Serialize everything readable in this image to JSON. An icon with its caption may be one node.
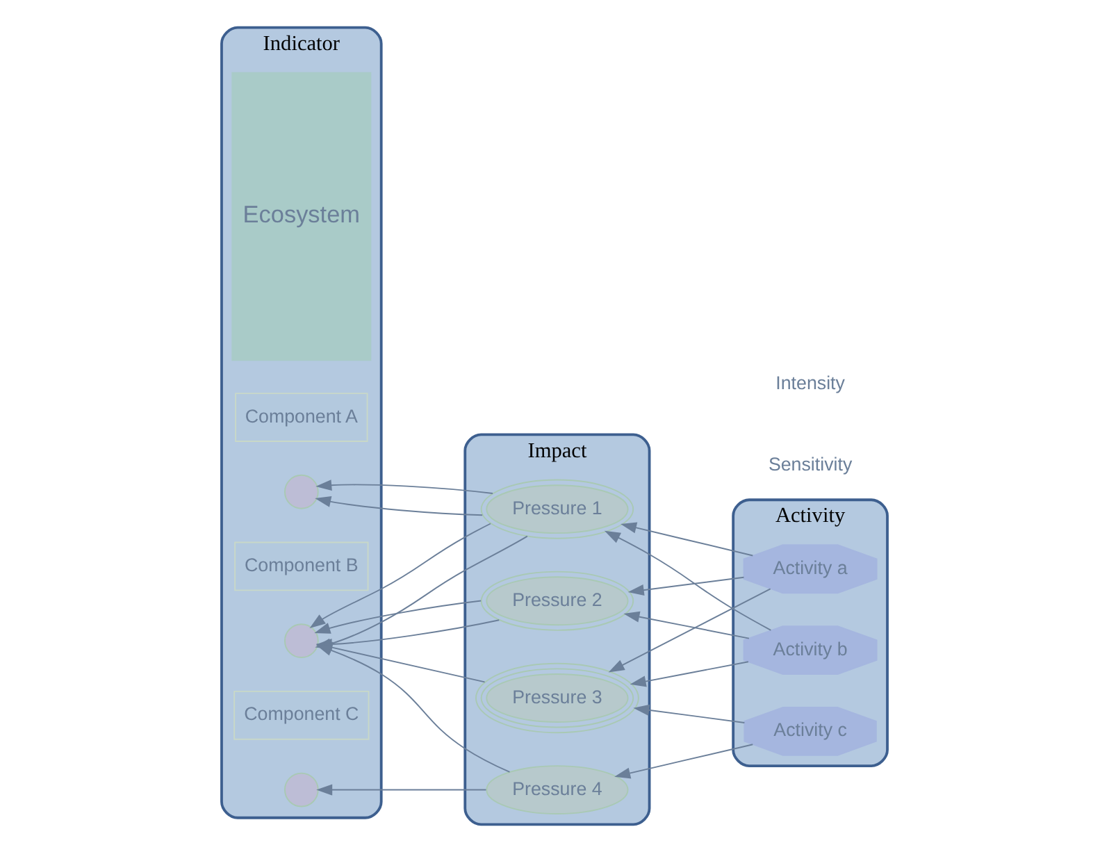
{
  "diagram": {
    "nodes": [
      {
        "text": [
          "Indicator"
        ]
      },
      {
        "text": [
          "Ecosystem"
        ],
        "in": 0
      },
      {
        "text": [
          "Component A"
        ],
        "in": 0
      },
      {
        "text": [],
        "shape": "circle",
        "in": 0
      },
      {
        "text": [
          "Component B"
        ],
        "in": 0
      },
      {
        "text": [],
        "shape": "circle",
        "in": 0
      },
      {
        "text": [
          "Component C"
        ],
        "in": 0
      },
      {
        "text": [],
        "shape": "circle",
        "in": 0
      },
      {
        "text": [
          "Impact"
        ]
      },
      {
        "text": [
          "Pressure 1"
        ],
        "in": 8
      },
      {
        "text": [
          "Pressure 2"
        ],
        "in": 8
      },
      {
        "text": [
          "Pressure 3"
        ],
        "in": 8
      },
      {
        "text": [
          "Pressure 4"
        ],
        "in": 8
      },
      {
        "text": [
          "Activity"
        ]
      },
      {
        "text": [
          "Activity a"
        ],
        "in": 13
      },
      {
        "text": [
          "Activity b"
        ],
        "in": 13
      },
      {
        "text": [
          "Activity c"
        ],
        "in": 13
      }
    ],
    "edges": [
      {
        "from": 14,
        "to": 9,
        "arrow": "to"
      },
      {
        "from": 14,
        "to": 10,
        "arrow": "to"
      },
      {
        "from": 14,
        "to": 11,
        "arrow": "to"
      },
      {
        "from": 15,
        "to": 9,
        "arrow": "to"
      },
      {
        "from": 15,
        "to": 10,
        "arrow": "to"
      },
      {
        "from": 15,
        "to": 11,
        "arrow": "to"
      },
      {
        "from": 16,
        "to": 11,
        "arrow": "to"
      },
      {
        "from": 16,
        "to": 12,
        "arrow": "to"
      },
      {
        "from": 9,
        "to": 3,
        "arrow": "to"
      },
      {
        "from": 9,
        "to": 3,
        "arrow": "to"
      },
      {
        "from": 9,
        "to": 5,
        "arrow": "to"
      },
      {
        "from": 9,
        "to": 5,
        "arrow": "to"
      },
      {
        "from": 10,
        "to": 5,
        "arrow": "to"
      },
      {
        "from": 10,
        "to": 5,
        "arrow": "to"
      },
      {
        "from": 11,
        "to": 5,
        "arrow": "to"
      },
      {
        "from": 12,
        "to": 5,
        "arrow": "to"
      },
      {
        "from": 12,
        "to": 7,
        "arrow": "to"
      }
    ],
    "labels": [
      "Sensitivity",
      "Intensity"
    ]
  }
}
